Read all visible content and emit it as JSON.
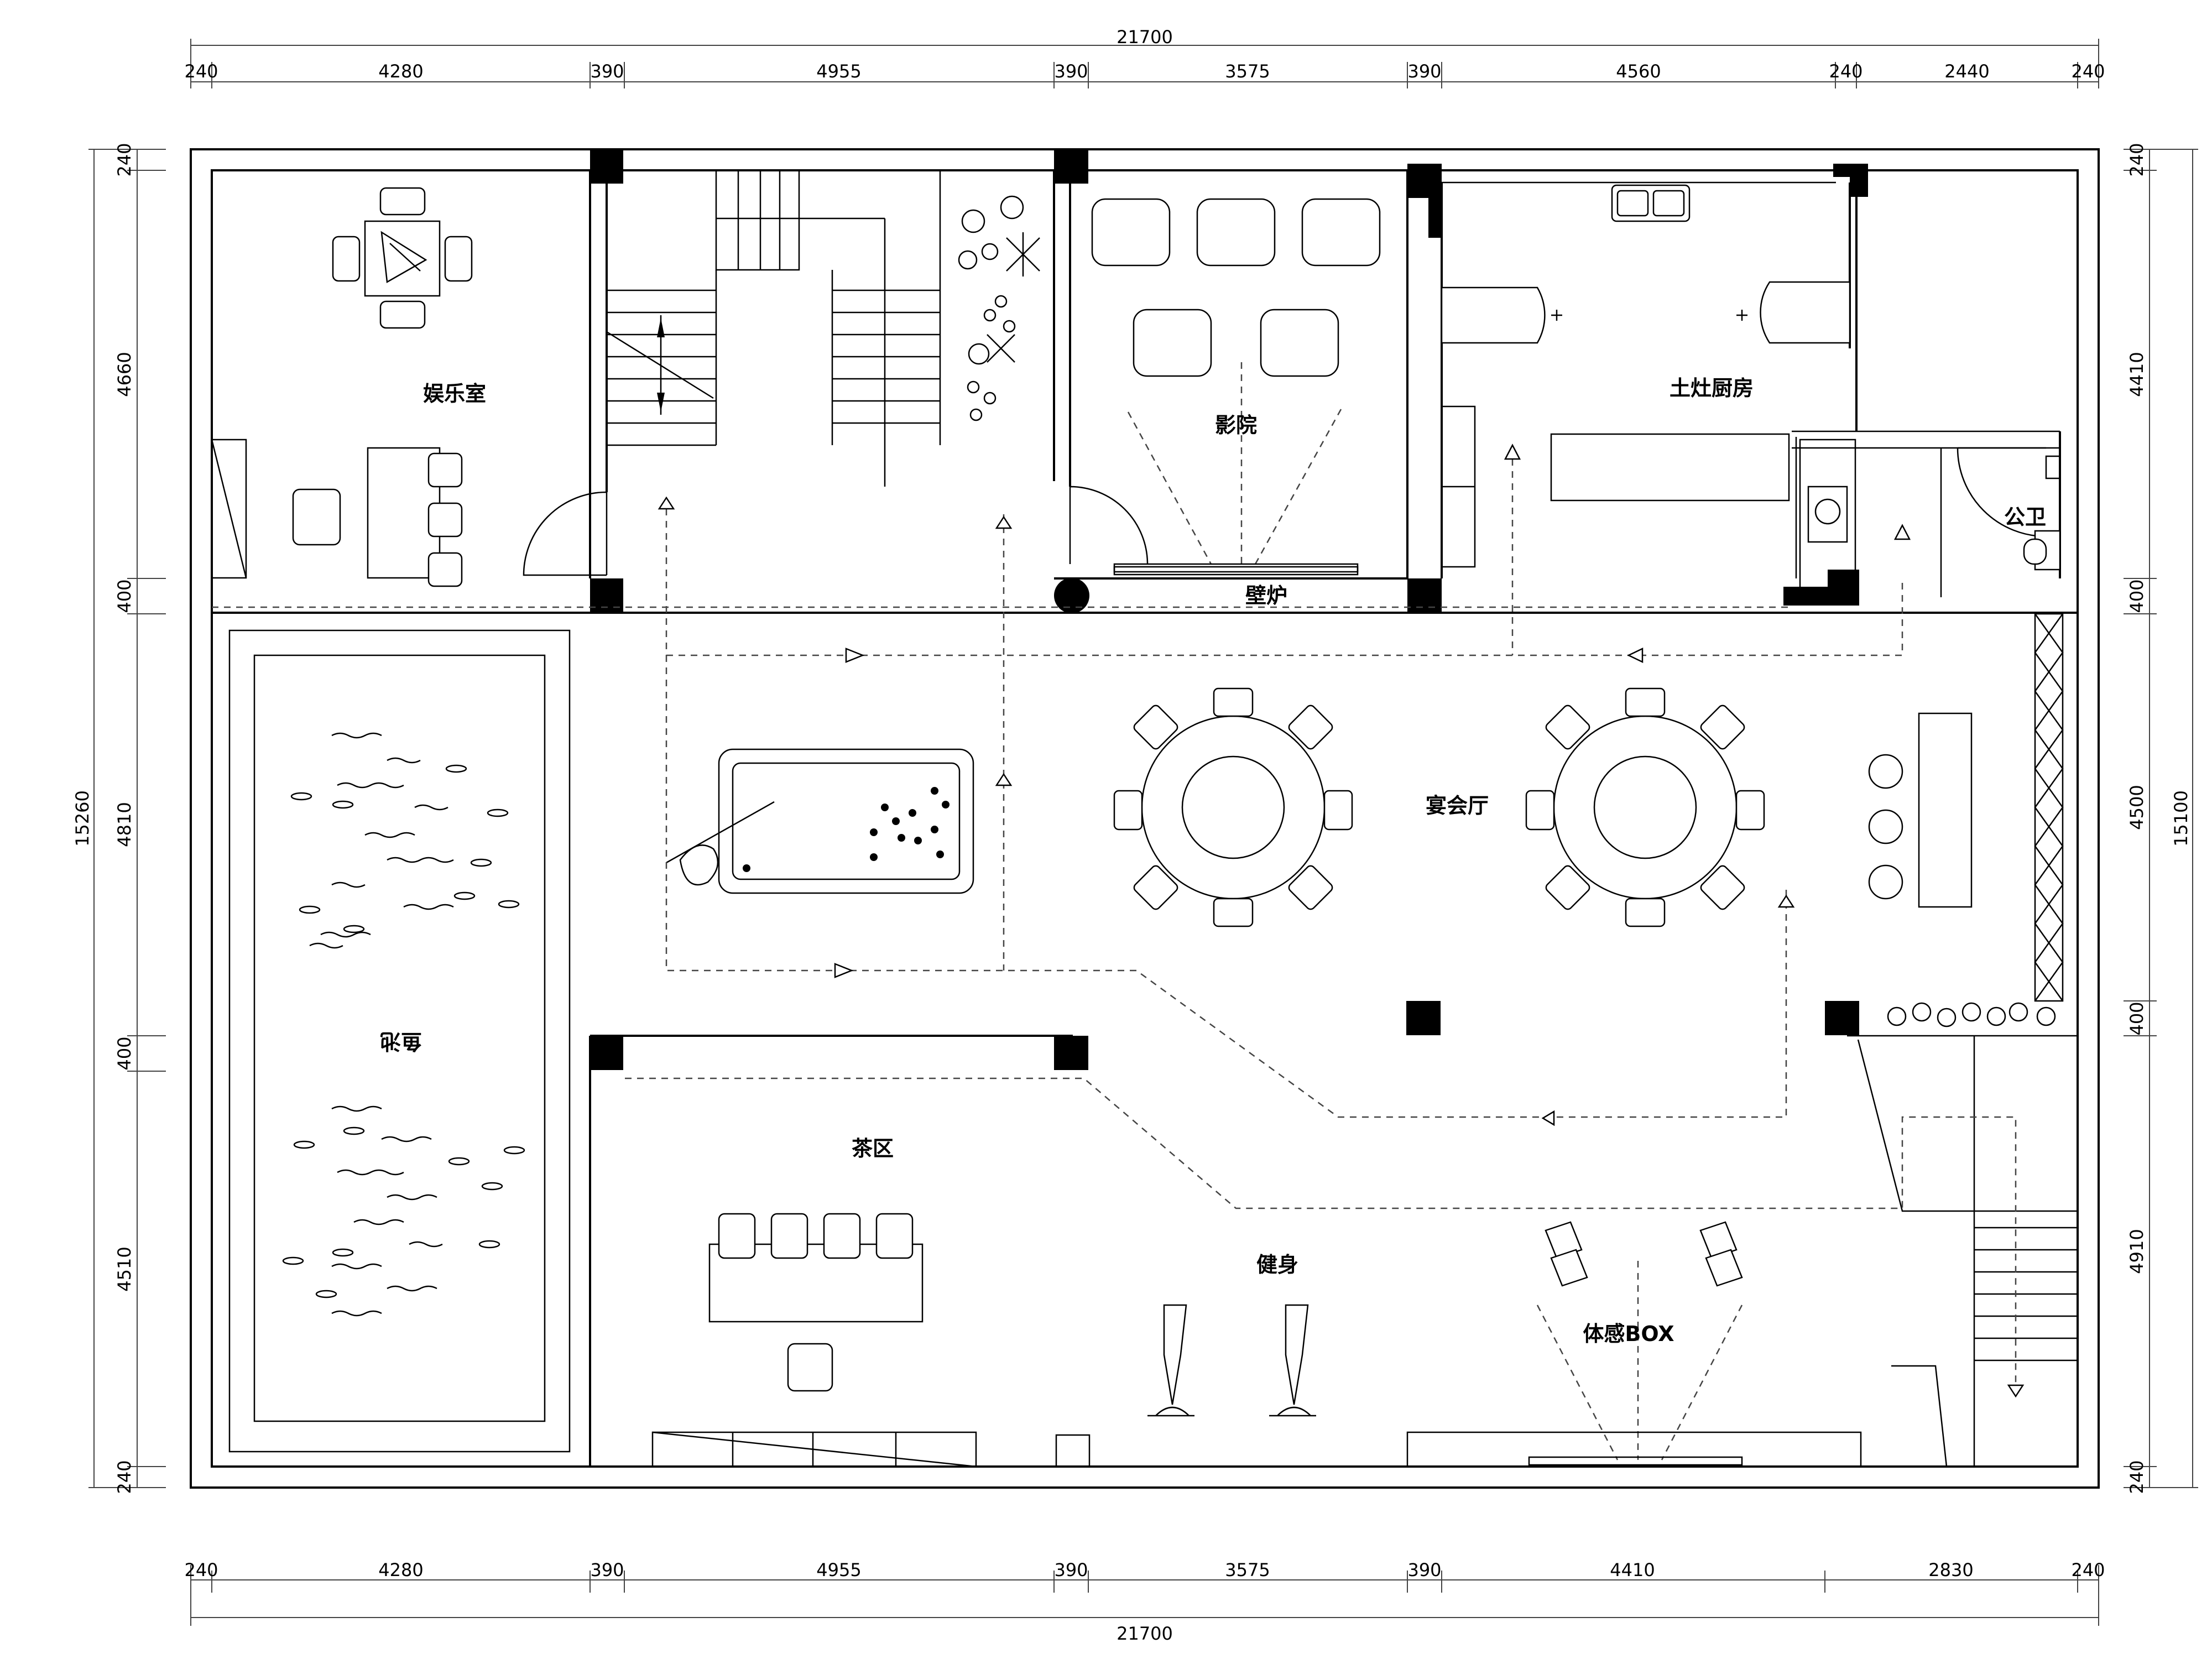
{
  "rooms": {
    "entertainment": "娱乐室",
    "theater": "影院",
    "kitchen": "土灶厨房",
    "toilet": "公卫",
    "fireplace": "壁炉",
    "banquet": "宴会厅",
    "fishpond": "鱼池",
    "tea": "茶区",
    "gym": "健身",
    "motion_box": "体感BOX"
  },
  "dimensions": {
    "total_width": "21700",
    "top_row": [
      "240",
      "4280",
      "390",
      "4955",
      "390",
      "3575",
      "390",
      "4560",
      "240",
      "2440",
      "240"
    ],
    "bottom_row": [
      "240",
      "4280",
      "390",
      "4955",
      "390",
      "3575",
      "390",
      "4410",
      "2830",
      "240"
    ],
    "left_total": "15260",
    "left_row": [
      "240",
      "4660",
      "400",
      "4810",
      "400",
      "4510",
      "240"
    ],
    "right_total": "15100",
    "right_row": [
      "240",
      "4410",
      "400",
      "4500",
      "400",
      "4910",
      "240"
    ]
  }
}
